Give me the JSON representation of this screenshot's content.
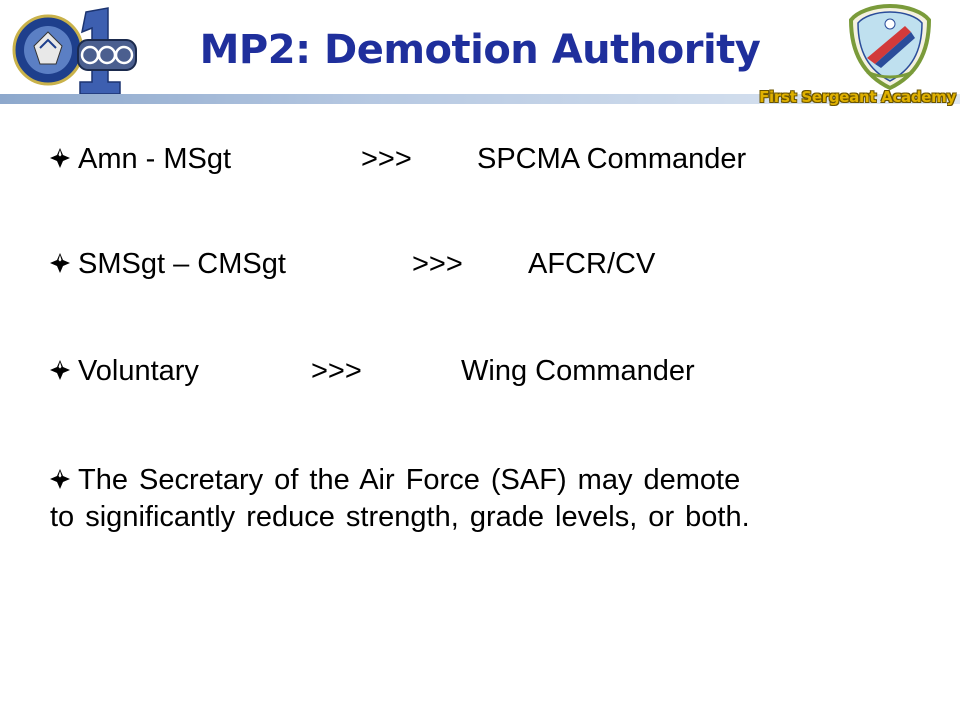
{
  "header": {
    "title": "MP2: Demotion Authority",
    "right_logo_caption": "First Sergeant Academy"
  },
  "bullets": [
    {
      "grade": "Amn - MSgt",
      "arrow": ">>>",
      "authority": "SPCMA Commander"
    },
    {
      "grade": "SMSgt – CMSgt",
      "arrow": ">>>",
      "authority": "AFCR/CV"
    },
    {
      "grade": "Voluntary",
      "arrow": ">>>",
      "authority": "Wing Commander"
    }
  ],
  "note": {
    "line1": "The Secretary of the Air Force (SAF) may demote",
    "line2": "to significantly reduce strength, grade levels, or both."
  },
  "colors": {
    "title": "#1f2f9c",
    "bar": "#b7c9e2",
    "academy_text": "#e0b100",
    "logo_blue": "#2a4c9a"
  },
  "icons": {
    "bullet": "four-point-diamond-bullet",
    "left_logo": "afrc-emblem-with-chevron-logo",
    "right_logo": "first-sergeant-academy-shield-logo"
  }
}
